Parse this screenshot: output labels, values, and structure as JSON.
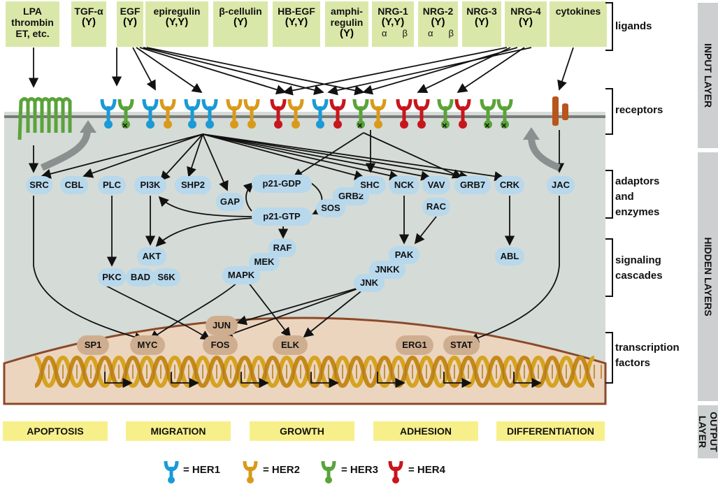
{
  "ligands": [
    {
      "lines": [
        "LPA",
        "thrombin",
        "ET, etc."
      ],
      "sym": "",
      "ab": ""
    },
    {
      "lines": [
        "TGF-α"
      ],
      "sym": "(Y)",
      "ab": ""
    },
    {
      "lines": [
        "EGF"
      ],
      "sym": "(Y)",
      "ab": ""
    },
    {
      "lines": [
        "epiregulin"
      ],
      "sym": "(Y,Y)",
      "ab": ""
    },
    {
      "lines": [
        "β-cellulin"
      ],
      "sym": "(Y)",
      "ab": ""
    },
    {
      "lines": [
        "HB-EGF"
      ],
      "sym": "(Y,Y)",
      "ab": ""
    },
    {
      "lines": [
        "amphi-",
        "regulin"
      ],
      "sym": "(Y)",
      "ab": ""
    },
    {
      "lines": [
        "NRG-1"
      ],
      "sym": "(Y,Y)",
      "ab": "αβ"
    },
    {
      "lines": [
        "NRG-2"
      ],
      "sym": "(Y)",
      "ab": "αβ"
    },
    {
      "lines": [
        "NRG-3"
      ],
      "sym": "(Y)",
      "ab": ""
    },
    {
      "lines": [
        "NRG-4"
      ],
      "sym": "(Y)",
      "ab": ""
    },
    {
      "lines": [
        "cytokines"
      ],
      "sym": "",
      "ab": ""
    }
  ],
  "side_labels": {
    "ligands": "ligands",
    "receptors": "receptors",
    "adaptors": [
      "adaptors",
      "and",
      "enzymes"
    ],
    "cascades": [
      "signaling",
      "cascades"
    ],
    "tf": [
      "transcription",
      "factors"
    ]
  },
  "bands": {
    "input": "INPUT LAYER",
    "hidden": "HIDDEN LAYERS",
    "output": "OUTPUT LAYER"
  },
  "adaptors": [
    "SRC",
    "CBL",
    "PLC",
    "PI3K",
    "SHP2",
    "GAP",
    "p21-GDP",
    "GRB2",
    "SHC",
    "SOS",
    "p21-GTP",
    "NCK",
    "VAV",
    "GRB7",
    "CRK",
    "JAC",
    "RAC"
  ],
  "cascade_nodes": [
    "RAF",
    "AKT",
    "MEK",
    "PAK",
    "MAPK",
    "JNKK",
    "ABL",
    "PKC",
    "BAD",
    "S6K",
    "JNK"
  ],
  "transcription_factors": [
    "JUN",
    "SP1",
    "MYC",
    "FOS",
    "ELK",
    "ERG1",
    "STAT"
  ],
  "outputs": [
    "APOPTOSIS",
    "MIGRATION",
    "GROWTH",
    "ADHESION",
    "DIFFERENTIATION"
  ],
  "legend": [
    "= HER1",
    "= HER2",
    "= HER3",
    "= HER4"
  ],
  "colors": {
    "her1": "#1a9ad6",
    "her2": "#d99a1c",
    "her3": "#5aa33a",
    "her4": "#c8161d"
  }
}
